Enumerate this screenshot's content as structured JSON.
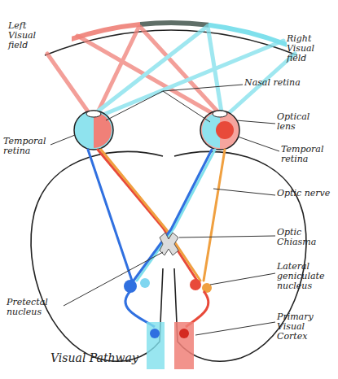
{
  "diagram": {
    "caption": "Visual Pathway",
    "labels": [
      "Left Visual field",
      "Right Visual field",
      "Nasal retina",
      "Optical lens",
      "Temporal retina",
      "Temporal retina",
      "Optic nerve",
      "Optic Chiasma",
      "Lateral geniculate nucleus",
      "Pretectal nucleus",
      "Primary Visual Cortex"
    ]
  }
}
